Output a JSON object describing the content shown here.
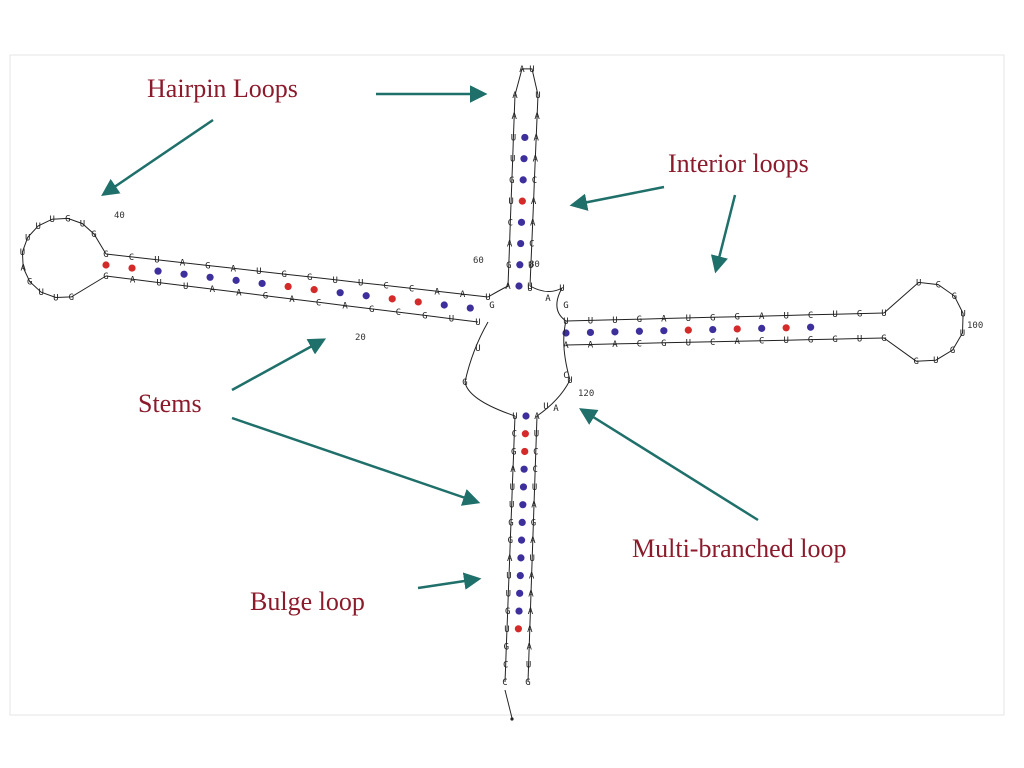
{
  "colors": {
    "label": "#8b1a2b",
    "arrow": "#1f6f6a",
    "bond_au": "#3d2f9c",
    "bond_gc": "#d42a2a",
    "backbone": "#222222"
  },
  "annotations": {
    "hairpin": "Hairpin Loops",
    "interior": "Interior loops",
    "stems": "Stems",
    "multi": "Multi-branched loop",
    "bulge": "Bulge loop"
  },
  "numbering": {
    "n20": "20",
    "n40": "40",
    "n60": "60",
    "n80": "80",
    "n100": "100",
    "n120": "120"
  },
  "left_arm": {
    "top_strand": [
      "G",
      "C",
      "U",
      "A",
      "G",
      "A",
      "U",
      "G",
      "G",
      "U",
      "U",
      "C",
      "C",
      "A",
      "A",
      "U"
    ],
    "bottom_strand": [
      "G",
      "A",
      "U",
      "U",
      "A",
      "A",
      "G",
      "A",
      "C",
      "A",
      "G",
      "C",
      "G",
      "U",
      "U"
    ],
    "loop": [
      "G",
      "U",
      "U",
      "G",
      "A",
      "U",
      "U",
      "U",
      "U",
      "G",
      "U",
      "G"
    ],
    "bonds": [
      "gc",
      "gc",
      "au",
      "au",
      "au",
      "au",
      "au",
      "gc",
      "gc",
      "au",
      "au",
      "gc",
      "gc",
      "au",
      "au",
      "au"
    ]
  },
  "top_arm": {
    "left_strand": [
      "A",
      "A",
      "U",
      "U",
      "G",
      "U",
      "C",
      "A",
      "G",
      "A"
    ],
    "right_strand": [
      "U",
      "A",
      "A",
      "A",
      "C",
      "A",
      "A",
      "C",
      "U",
      "U"
    ],
    "loop": [
      "A",
      "U"
    ],
    "bonds": [
      "au",
      "au",
      "au",
      "gc",
      "au",
      "au",
      "au",
      "au"
    ]
  },
  "right_arm": {
    "top_strand": [
      "U",
      "U",
      "U",
      "G",
      "A",
      "U",
      "G",
      "G",
      "A",
      "U",
      "C",
      "U",
      "G",
      "U"
    ],
    "bottom_strand": [
      "A",
      "A",
      "A",
      "C",
      "G",
      "U",
      "C",
      "A",
      "C",
      "U",
      "G",
      "G",
      "U",
      "G"
    ],
    "loop": [
      "U",
      "C",
      "G",
      "U",
      "U",
      "G",
      "U",
      "G"
    ],
    "bonds": [
      "au",
      "au",
      "au",
      "au",
      "au",
      "gc",
      "au",
      "gc",
      "au",
      "gc",
      "au"
    ]
  },
  "bottom_arm": {
    "left_strand": [
      "U",
      "C",
      "G",
      "A",
      "U",
      "U",
      "G",
      "G",
      "A",
      "U",
      "U",
      "G",
      "U",
      "G",
      "C",
      "C"
    ],
    "right_strand": [
      "A",
      "U",
      "C",
      "C",
      "U",
      "A",
      "G",
      "A",
      "U",
      "A",
      "A",
      "A",
      "A",
      "A",
      "U",
      "G"
    ],
    "bonds": [
      "au",
      "gc",
      "gc",
      "au",
      "au",
      "au",
      "au",
      "au",
      "au",
      "au",
      "au",
      "au",
      "gc"
    ]
  },
  "junction_bases": [
    "G",
    "U",
    "G",
    "U",
    "A",
    "U",
    "G",
    "C",
    "U",
    "A",
    "U",
    "G"
  ]
}
